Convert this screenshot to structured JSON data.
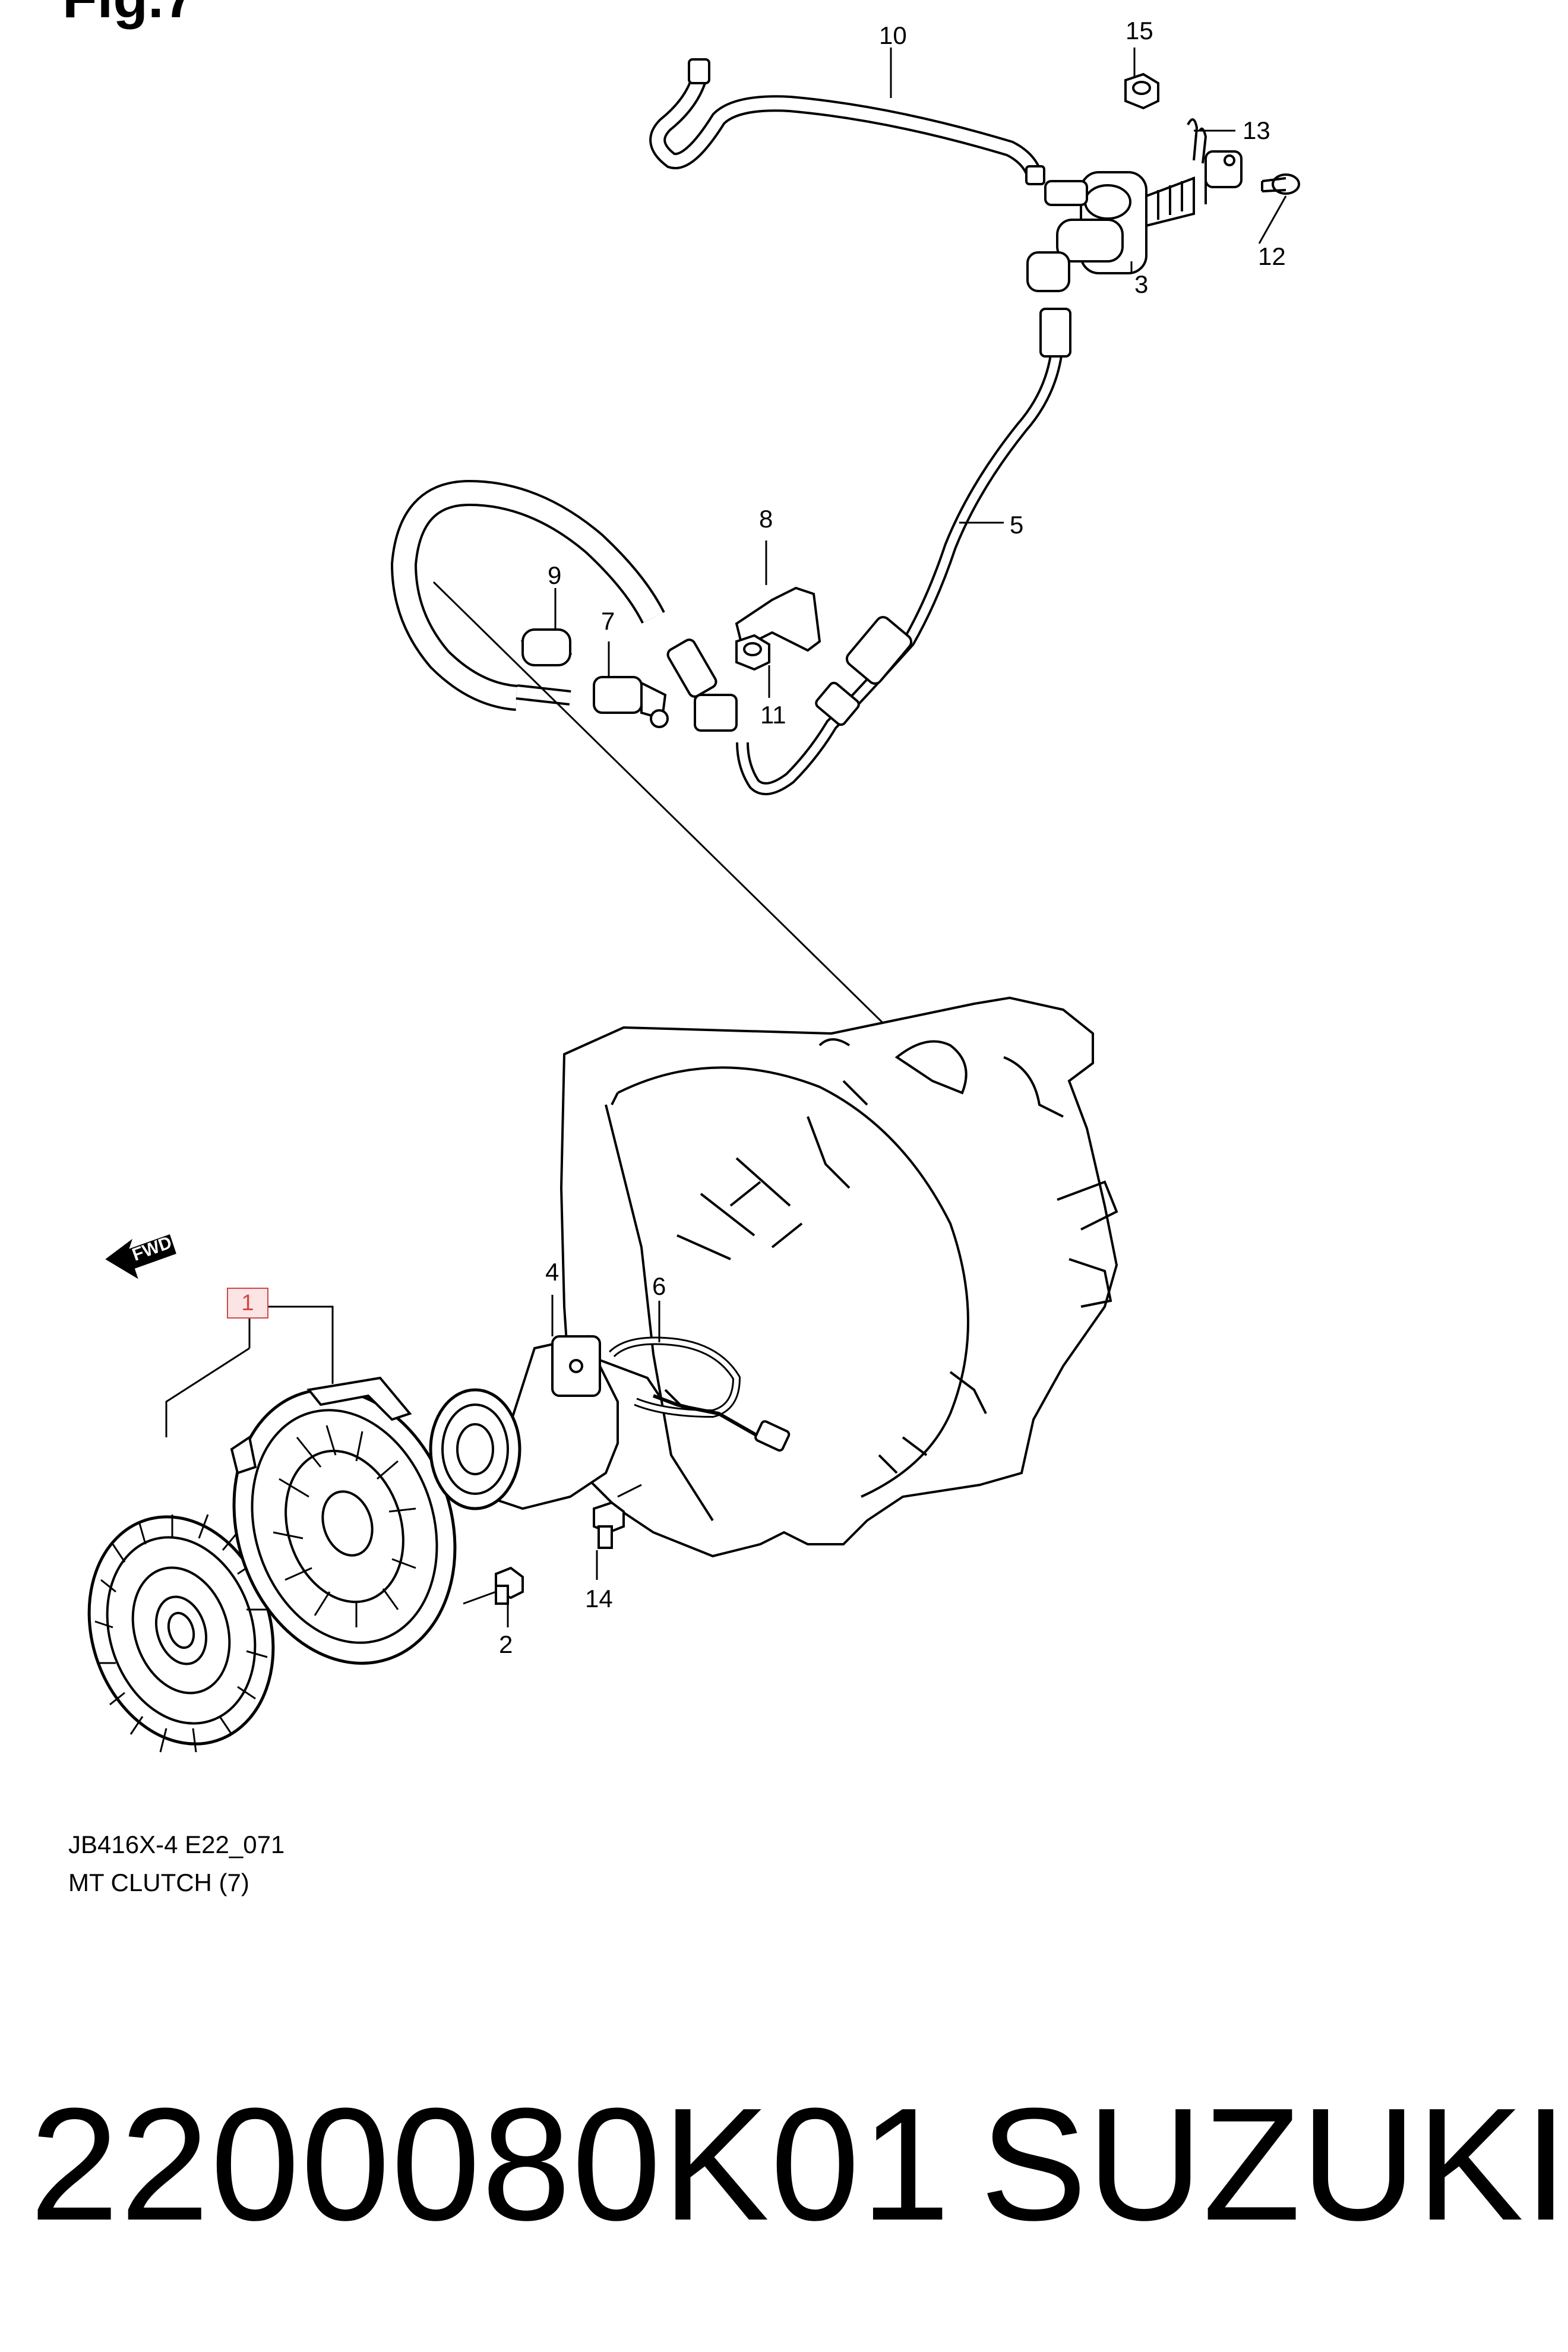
{
  "figure": {
    "title": "Fig.7",
    "code": "JB416X-4 E22_071",
    "name": "MT CLUTCH (7)",
    "fwd_label": "FWD"
  },
  "callouts": [
    {
      "id": "1",
      "label": "1",
      "highlighted": true
    },
    {
      "id": "2",
      "label": "2"
    },
    {
      "id": "3",
      "label": "3"
    },
    {
      "id": "4",
      "label": "4"
    },
    {
      "id": "5",
      "label": "5"
    },
    {
      "id": "6",
      "label": "6"
    },
    {
      "id": "7",
      "label": "7"
    },
    {
      "id": "8",
      "label": "8"
    },
    {
      "id": "9",
      "label": "9"
    },
    {
      "id": "10",
      "label": "10"
    },
    {
      "id": "11",
      "label": "11"
    },
    {
      "id": "12",
      "label": "12"
    },
    {
      "id": "13",
      "label": "13"
    },
    {
      "id": "14",
      "label": "14"
    },
    {
      "id": "15",
      "label": "15"
    }
  ],
  "footer": {
    "part_number": "2200080K01",
    "brand": "SUZUKI"
  },
  "colors": {
    "highlight": "#d04848",
    "highlight_bg": "#fbe4e4",
    "line": "#000000",
    "background": "#ffffff"
  }
}
